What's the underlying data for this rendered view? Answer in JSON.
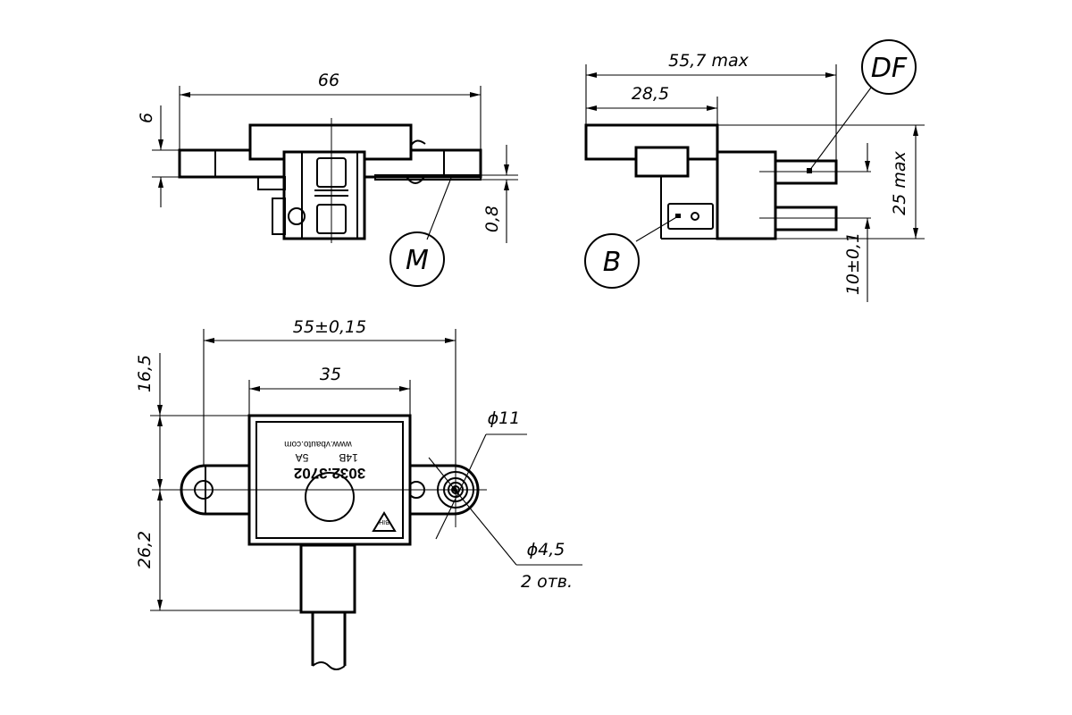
{
  "dimensions": {
    "overall_length": "66",
    "plate_thickness": "6",
    "plate_gap": "0,8",
    "max_length": "55,7 max",
    "half_length": "28,5",
    "max_height": "25 max",
    "terminal_spacing": "10±0,1",
    "hole_spacing": "55±0,15",
    "body_width": "35",
    "top_offset": "16,5",
    "bottom_offset": "26,2",
    "boss_diameter": "ϕ11",
    "hole_diameter": "ϕ4,5",
    "hole_count": "2 отв."
  },
  "callouts": {
    "m": "M",
    "df": "DF",
    "b": "B"
  },
  "marking": {
    "part_number": "3032.3702",
    "voltage": "14В",
    "current": "5A",
    "website": "www.vbauto.com",
    "brand": "ВІН"
  }
}
